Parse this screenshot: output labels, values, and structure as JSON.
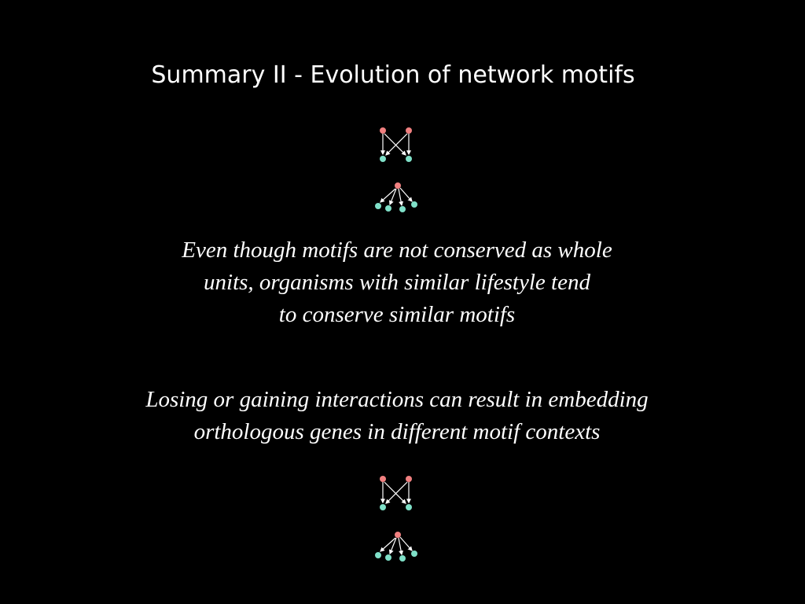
{
  "slide": {
    "title": "Summary II - Evolution of network motifs",
    "paragraphs": [
      {
        "lines": [
          "Even though motifs are not conserved as whole",
          "units, organisms with similar lifestyle tend",
          "to conserve similar motifs"
        ]
      },
      {
        "lines": [
          "Losing or gaining interactions can result in embedding",
          "orthologous genes in different motif contexts"
        ]
      }
    ]
  },
  "colors": {
    "background": "#000000",
    "text": "#ffffff",
    "regulator_node": "#f08080",
    "target_node": "#7fe0c8",
    "edge": "#ffffff"
  },
  "icons": {
    "cross_motif": "bi-fan-motif-icon",
    "fan_motif": "single-input-module-motif-icon"
  }
}
